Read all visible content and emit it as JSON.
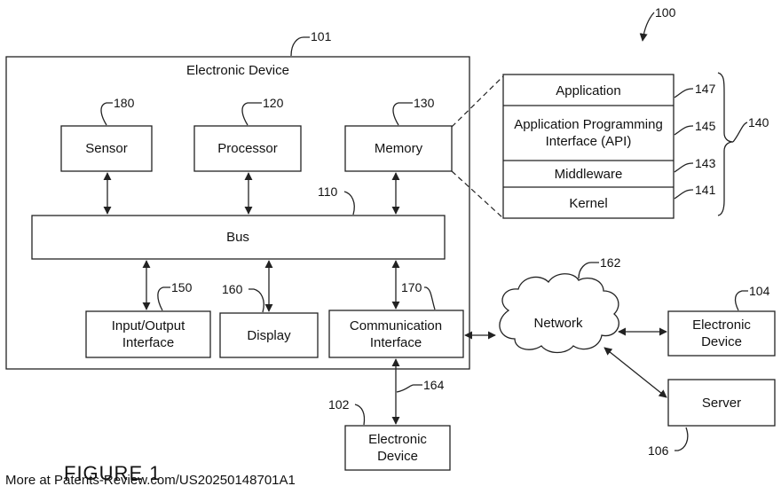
{
  "diagram": {
    "system_ref": "100",
    "electronic_device": {
      "title": "Electronic Device",
      "ref": "101"
    },
    "sensor": {
      "label": "Sensor",
      "ref": "180"
    },
    "processor": {
      "label": "Processor",
      "ref": "120"
    },
    "memory": {
      "label": "Memory",
      "ref": "130"
    },
    "bus": {
      "label": "Bus",
      "ref": "110"
    },
    "io_interface": {
      "line1": "Input/Output",
      "line2": "Interface",
      "ref": "150"
    },
    "display": {
      "label": "Display",
      "ref": "160"
    },
    "comm_interface": {
      "line1": "Communication",
      "line2": "Interface",
      "ref": "170"
    },
    "memory_stack": {
      "ref": "140",
      "application": {
        "label": "Application",
        "ref": "147"
      },
      "api": {
        "line1": "Application Programming",
        "line2": "Interface (API)",
        "ref": "145"
      },
      "middleware": {
        "label": "Middleware",
        "ref": "143"
      },
      "kernel": {
        "label": "Kernel",
        "ref": "141"
      }
    },
    "network": {
      "label": "Network",
      "ref": "162"
    },
    "device_104": {
      "line1": "Electronic",
      "line2": "Device",
      "ref": "104"
    },
    "server": {
      "label": "Server",
      "ref": "106"
    },
    "device_102": {
      "line1": "Electronic",
      "line2": "Device",
      "ref": "102"
    },
    "link_164": "164"
  },
  "figure_label": "FIGURE 1",
  "footer_text": "More at Patents-Review.com/US20250148701A1"
}
